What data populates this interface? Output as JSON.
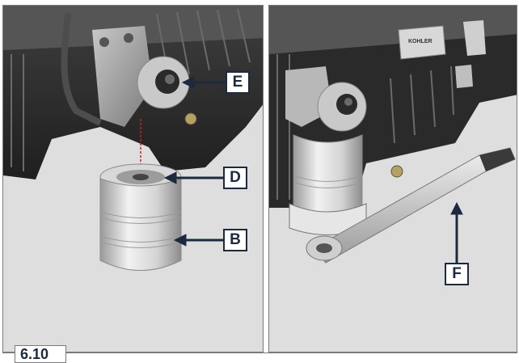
{
  "figure": {
    "number": "6.10"
  },
  "left_panel": {
    "callouts": [
      {
        "id": "E",
        "text": "E"
      },
      {
        "id": "D",
        "text": "D"
      },
      {
        "id": "B",
        "text": "B"
      }
    ]
  },
  "right_panel": {
    "plate_text": "KOHLER",
    "callouts": [
      {
        "id": "F",
        "text": "F"
      }
    ]
  },
  "colors": {
    "callout_border": "#1b2a3e",
    "arrow": "#1b2a3e",
    "panel_bg": "#dedede",
    "alignment_line": "#d02020"
  }
}
